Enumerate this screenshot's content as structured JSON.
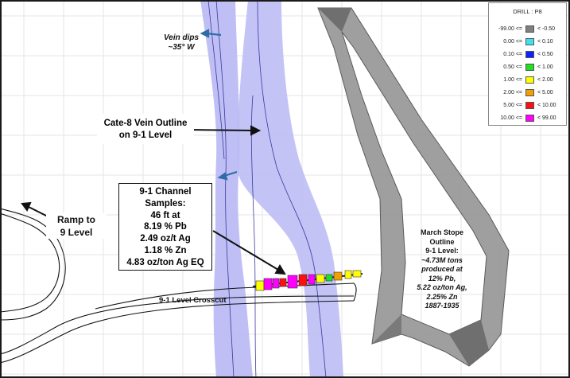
{
  "labels": {
    "vein_dips": [
      "Vein dips",
      "~35° W"
    ],
    "vein_outline": [
      "Cate-8 Vein Outline",
      "on 9-1 Level"
    ],
    "channel_samples": [
      "9-1 Channel",
      "Samples:",
      "46 ft at",
      "8.19 % Pb",
      "2.49 oz/t Ag",
      "1.18 % Zn",
      "4.83 oz/ton Ag EQ"
    ],
    "ramp": [
      "Ramp to",
      "9 Level"
    ],
    "crosscut": "9-1 Level Crosscut",
    "march_stope": [
      "March Stope",
      "Outline",
      "9-1 Level:",
      "~4.73M tons",
      "produced at",
      "12% Pb,",
      "5.22 oz/ton Ag,",
      "2.25% Zn",
      "1887-1935"
    ]
  },
  "legend": {
    "title": "DRILL : P8",
    "rows": [
      {
        "low": "-99.00 <=",
        "high": "< -0.50",
        "color": "#808080"
      },
      {
        "low": "0.00 <=",
        "high": "< 0.10",
        "color": "#40e0f0"
      },
      {
        "low": "0.10 <=",
        "high": "< 0.50",
        "color": "#1020ff"
      },
      {
        "low": "0.50 <=",
        "high": "< 1.00",
        "color": "#20e020"
      },
      {
        "low": "1.00 <=",
        "high": "< 2.00",
        "color": "#ffff00"
      },
      {
        "low": "2.00 <=",
        "high": "< 5.00",
        "color": "#f0a000"
      },
      {
        "low": "5.00 <=",
        "high": "< 10.00",
        "color": "#ff1010"
      },
      {
        "low": "10.00 <=",
        "high": "< 99.00",
        "color": "#ff00ff"
      }
    ]
  },
  "colors": {
    "vein_fill": "#b8b8f4",
    "vein_line": "#3a3aa0",
    "stope_fill": "#9a9a9a",
    "stope_edge": "#5a5a5a",
    "arrow_blue": "#2e6da4",
    "grid": "#e6e6e6",
    "frame": "#1a1a1a"
  }
}
